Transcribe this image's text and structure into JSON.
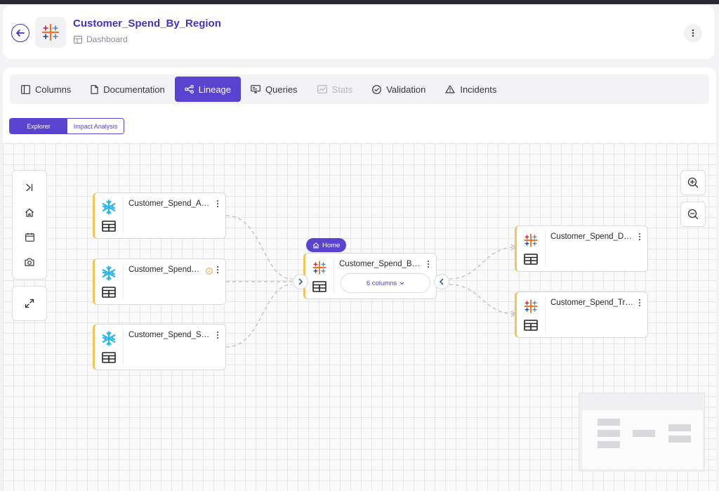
{
  "header": {
    "title": "Customer_Spend_By_Region",
    "subtitle": "Dashboard"
  },
  "tabs": [
    {
      "label": "Columns",
      "icon": "columns-icon",
      "state": "normal"
    },
    {
      "label": "Documentation",
      "icon": "document-icon",
      "state": "normal"
    },
    {
      "label": "Lineage",
      "icon": "lineage-icon",
      "state": "active"
    },
    {
      "label": "Queries",
      "icon": "queries-icon",
      "state": "normal"
    },
    {
      "label": "Stats",
      "icon": "stats-icon",
      "state": "disabled"
    },
    {
      "label": "Validation",
      "icon": "check-circle-icon",
      "state": "normal"
    },
    {
      "label": "Incidents",
      "icon": "warning-icon",
      "state": "normal"
    }
  ],
  "lineage_view": {
    "explorer_label": "Explorer",
    "impact_label": "Impact Analysis",
    "selected": "Explorer"
  },
  "nodes": {
    "upstream": [
      {
        "label": "Customer_Spend_Analysis",
        "source": "snowflake-icon",
        "has_info": false
      },
      {
        "label": "Customer_Spend_Overview",
        "source": "snowflake-icon",
        "has_info": true
      },
      {
        "label": "Customer_Spend_Summary",
        "source": "snowflake-icon",
        "has_info": false
      }
    ],
    "center": {
      "label": "Customer_Spend_By_Region",
      "source": "tableau-icon",
      "badge": "Home",
      "columns_label": "6 columns"
    },
    "downstream": [
      {
        "label": "Customer_Spend_Dashboard",
        "source": "tableau-icon"
      },
      {
        "label": "Customer_Spend_Trends",
        "source": "tableau-icon"
      }
    ]
  },
  "colors": {
    "accent": "#5a43cf",
    "title": "#4a2fbd",
    "node_border_left": "#f3c45c",
    "snowflake": "#29b5e8"
  }
}
